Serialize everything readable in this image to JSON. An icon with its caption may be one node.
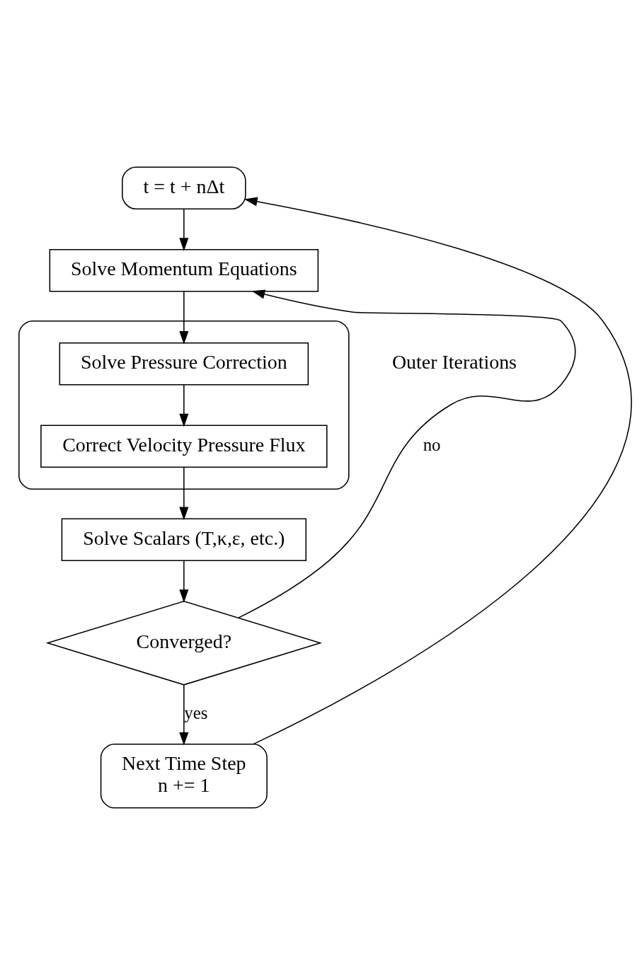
{
  "diagram": {
    "nodes": [
      {
        "text": [
          "t = t + nΔt"
        ]
      },
      {
        "text": [
          "Solve Momentum Equations"
        ]
      },
      {
        "text": [],
        "shape": "box"
      },
      {
        "text": [
          "Solve Pressure Correction"
        ],
        "in": 2
      },
      {
        "text": [
          "Correct Velocity Pressure Flux"
        ],
        "in": 2
      },
      {
        "text": [
          "Solve Scalars (T,κ,ε, etc.)"
        ]
      },
      {
        "text": [
          "Converged?"
        ]
      },
      {
        "text": [
          "Next Time Step",
          "n += 1"
        ]
      }
    ],
    "edges": [
      {
        "from": 0,
        "to": 1,
        "arrow": "to"
      },
      {
        "from": 1,
        "to": 3,
        "arrow": "to"
      },
      {
        "from": 3,
        "to": 4,
        "arrow": "to"
      },
      {
        "from": 4,
        "to": 5,
        "arrow": "to"
      },
      {
        "from": 5,
        "to": 6,
        "arrow": "to"
      },
      {
        "from": 6,
        "to": 1,
        "arrow": "to",
        "label": "no"
      },
      {
        "from": 6,
        "to": 7,
        "arrow": "to",
        "label": "yes"
      },
      {
        "from": 7,
        "to": 0,
        "arrow": "to"
      }
    ],
    "labels": [
      "Outer Iterations"
    ]
  }
}
